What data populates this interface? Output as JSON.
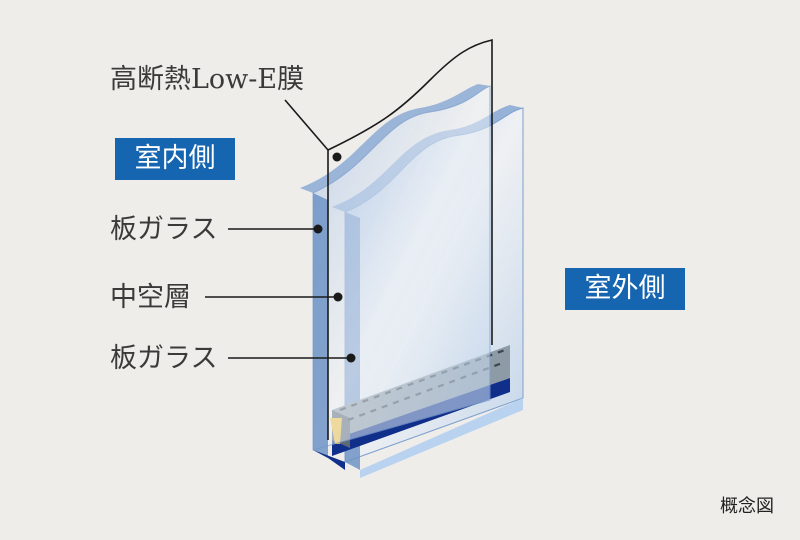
{
  "labels": {
    "low_e": "高断熱Low-E膜",
    "indoor": "室内側",
    "outdoor": "室外側",
    "glass_front": "板ガラス",
    "air_layer": "中空層",
    "glass_back": "板ガラス",
    "concept": "概念図"
  },
  "colors": {
    "background": "#efedea",
    "badge": "#1565b0",
    "glass": "#9dbbe0",
    "spacer_blue": "#0f2f8a",
    "spacer_gray": "#8a98a4",
    "desiccant": "#f2c13a"
  }
}
